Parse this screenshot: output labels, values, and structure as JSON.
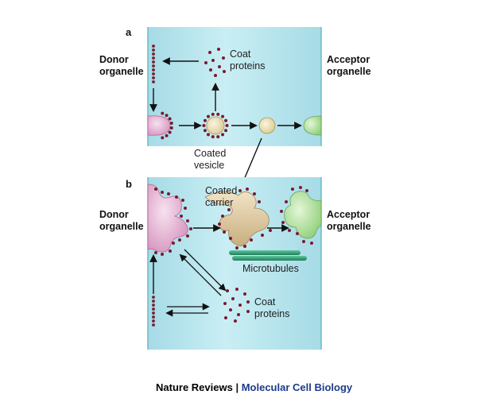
{
  "colors": {
    "panel_fill": "#aee0ea",
    "panel_edge": "#7fc6d6",
    "dot": "#7a1a2e",
    "donor_vesicle": "#e6b3d4",
    "coated_vesicle": "#efe2b8",
    "carrier": "#d9c39a",
    "acceptor": "#b9e3a8",
    "microtubule": "#2e9a73",
    "journal_blue": "#1e3a8a"
  },
  "panel_a": {
    "letter": "a",
    "donor": [
      "Donor",
      "organelle"
    ],
    "acceptor": [
      "Acceptor",
      "organelle"
    ],
    "coat": [
      "Coat",
      "proteins"
    ],
    "vesicle": [
      "Coated",
      "vesicle"
    ]
  },
  "panel_b": {
    "letter": "b",
    "donor": [
      "Donor",
      "organelle"
    ],
    "acceptor": [
      "Acceptor",
      "organelle"
    ],
    "carrier": [
      "Coated",
      "carrier"
    ],
    "microtubules": "Microtubules",
    "coat": [
      "Coat",
      "proteins"
    ]
  },
  "footer": {
    "publisher": "Nature Reviews",
    "separator": " | ",
    "journal": "Molecular Cell Biology"
  }
}
